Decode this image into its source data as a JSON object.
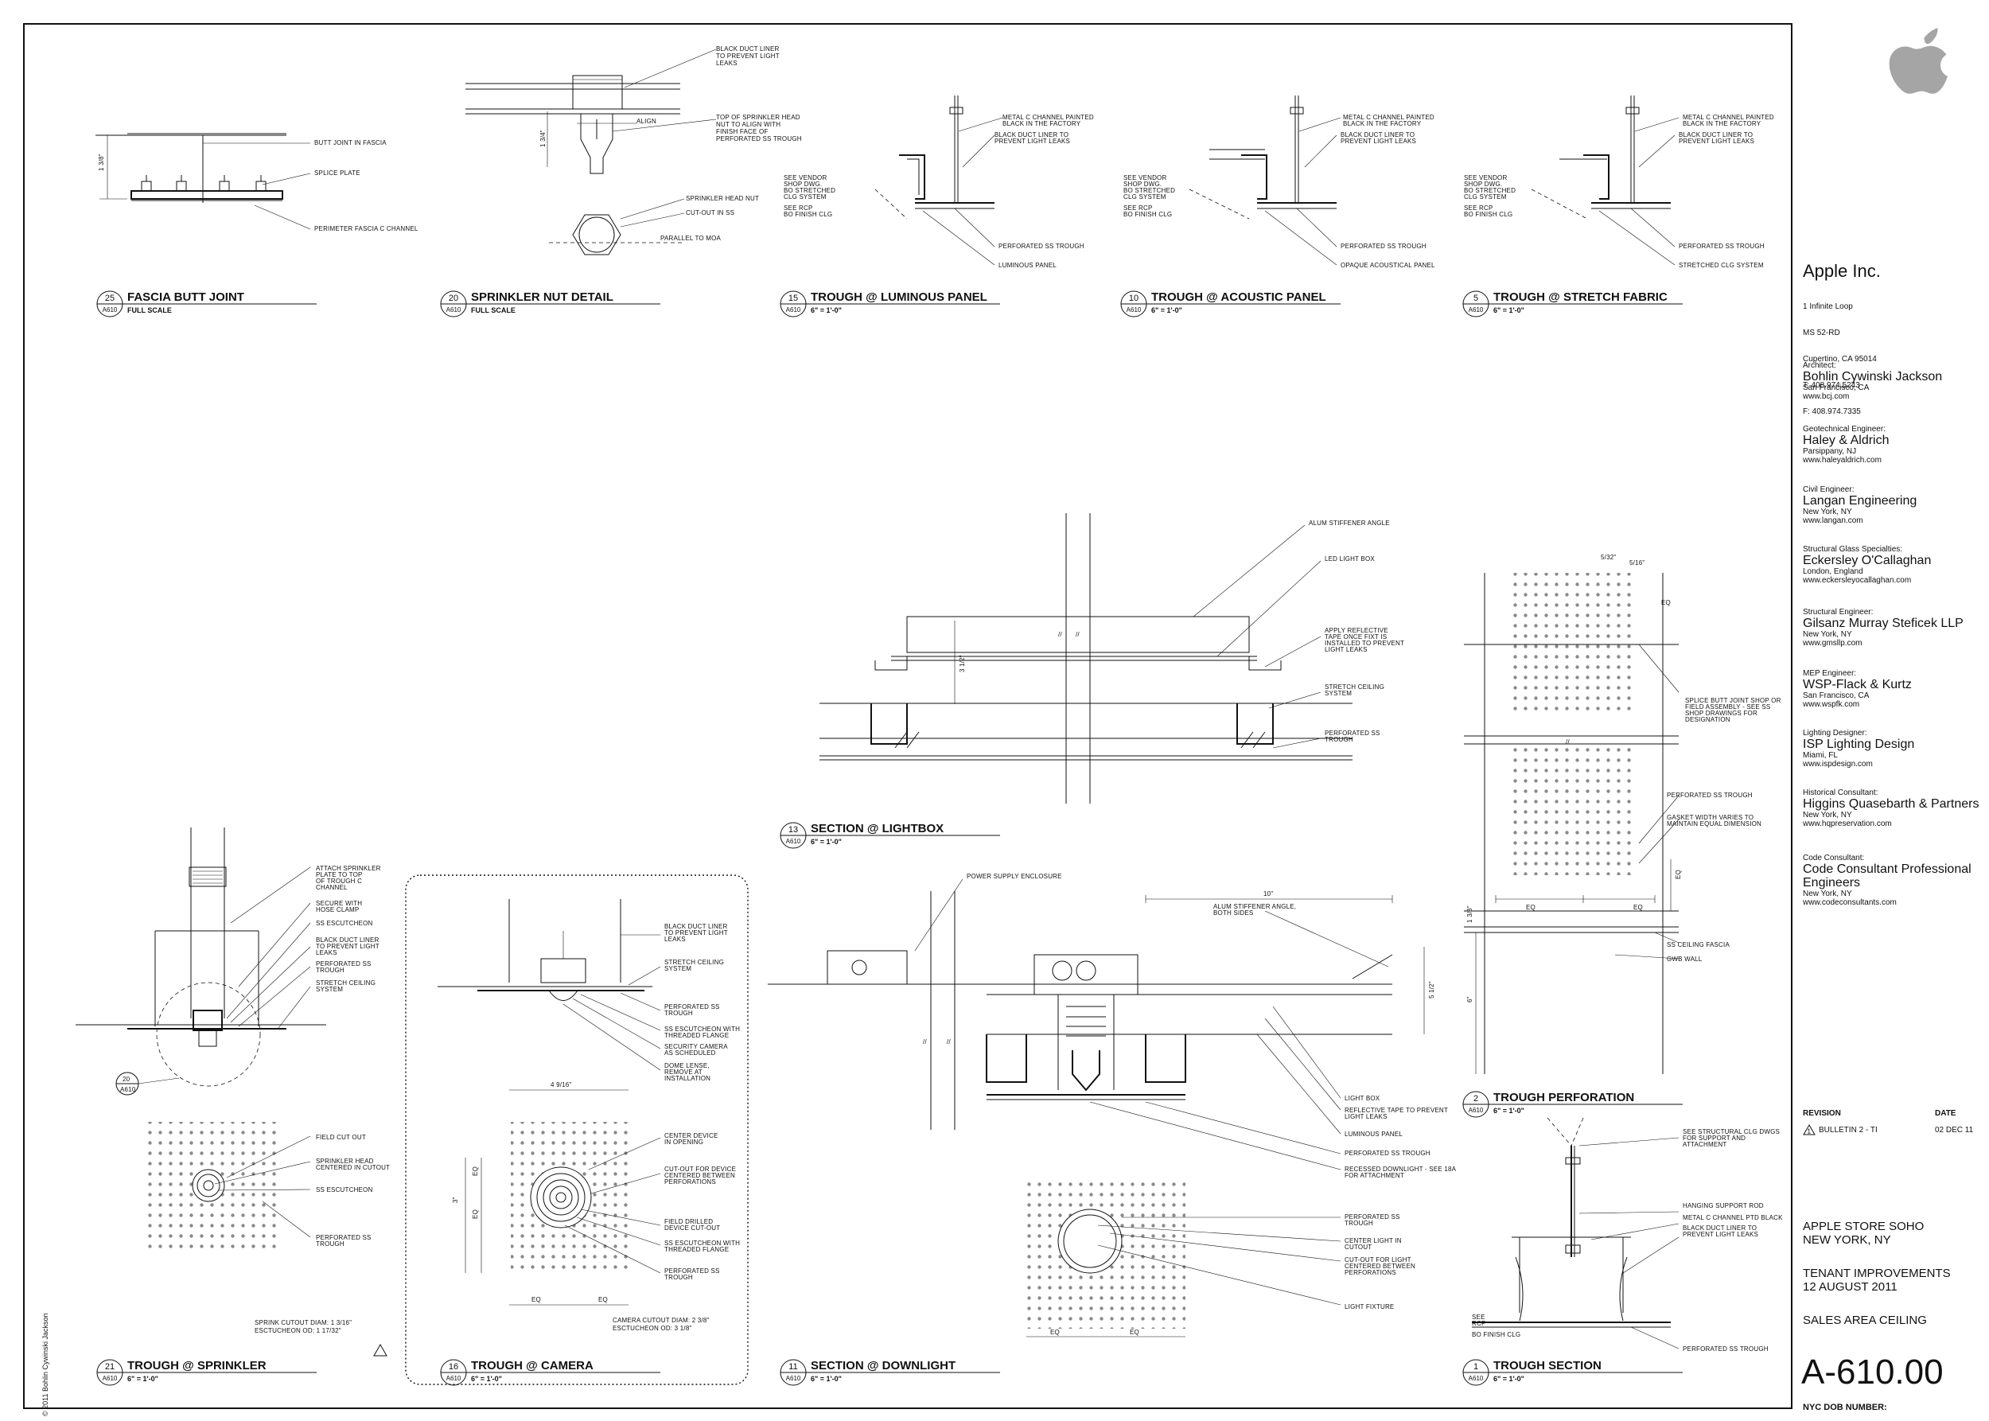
{
  "copyright": "© 2011 Bohlin Cywinski Jackson",
  "details": [
    {
      "num": "25",
      "sheet": "A610",
      "title": "FASCIA BUTT JOINT",
      "scale": "FULL SCALE"
    },
    {
      "num": "20",
      "sheet": "A610",
      "title": "SPRINKLER NUT DETAIL",
      "scale": "FULL SCALE"
    },
    {
      "num": "15",
      "sheet": "A610",
      "title": "TROUGH @ LUMINOUS PANEL",
      "scale": "6\" = 1'-0\""
    },
    {
      "num": "10",
      "sheet": "A610",
      "title": "TROUGH @ ACOUSTIC PANEL",
      "scale": "6\" = 1'-0\""
    },
    {
      "num": "5",
      "sheet": "A610",
      "title": "TROUGH @ STRETCH FABRIC",
      "scale": "6\" = 1'-0\""
    },
    {
      "num": "13",
      "sheet": "A610",
      "title": "SECTION @ LIGHTBOX",
      "scale": "6\" = 1'-0\""
    },
    {
      "num": "2",
      "sheet": "A610",
      "title": "TROUGH PERFORATION",
      "scale": "6\" = 1'-0\""
    },
    {
      "num": "21",
      "sheet": "A610",
      "title": "TROUGH @ SPRINKLER",
      "scale": "6\" = 1'-0\""
    },
    {
      "num": "16",
      "sheet": "A610",
      "title": "TROUGH @ CAMERA",
      "scale": "6\" = 1'-0\""
    },
    {
      "num": "11",
      "sheet": "A610",
      "title": "SECTION @ DOWNLIGHT",
      "scale": "6\" = 1'-0\""
    },
    {
      "num": "1",
      "sheet": "A610",
      "title": "TROUGH SECTION",
      "scale": "6\" = 1'-0\""
    }
  ],
  "notes": {
    "d25": [
      "BUTT JOINT IN FASCIA",
      "SPLICE PLATE",
      "PERIMETER FASCIA C CHANNEL"
    ],
    "d25_dim": "1 3/8\"",
    "d20": [
      "BLACK DUCT LINER",
      "TO PREVENT LIGHT",
      "LEAKS",
      "TOP OF SPRINKLER HEAD",
      "NUT TO ALIGN WITH",
      "FINISH FACE OF",
      "PERFORATED SS TROUGH",
      "ALIGN",
      "SPRINKLER HEAD NUT",
      "CUT-OUT IN SS",
      "PARALLEL TO MOA"
    ],
    "d20_dim": "1 3/4\"",
    "d15": [
      "METAL C CHANNEL PAINTED",
      "BLACK IN THE FACTORY",
      "BLACK DUCT LINER TO",
      "PREVENT LIGHT LEAKS",
      "SEE VENDOR",
      "SHOP DWG.",
      "BO STRETCHED",
      "CLG SYSTEM",
      "SEE RCP",
      "BO FINISH CLG",
      "PERFORATED SS TROUGH",
      "LUMINOUS PANEL"
    ],
    "d10": [
      "METAL C CHANNEL PAINTED",
      "BLACK IN THE FACTORY",
      "BLACK DUCT LINER TO",
      "PREVENT LIGHT LEAKS",
      "SEE VENDOR",
      "SHOP DWG.",
      "BO STRETCHED",
      "CLG SYSTEM",
      "SEE RCP",
      "BO FINISH CLG",
      "PERFORATED SS TROUGH",
      "OPAQUE ACOUSTICAL PANEL"
    ],
    "d5": [
      "METAL C CHANNEL PAINTED",
      "BLACK IN THE FACTORY",
      "BLACK DUCT LINER TO",
      "PREVENT LIGHT LEAKS",
      "SEE VENDOR",
      "SHOP DWG.",
      "BO STRETCHED",
      "CLG SYSTEM",
      "SEE RCP",
      "BO FINISH CLG",
      "PERFORATED SS TROUGH",
      "STRETCHED CLG SYSTEM"
    ],
    "d13": [
      "ALUM STIFFENER ANGLE",
      "LED LIGHT BOX",
      "APPLY REFLECTIVE",
      "TAPE ONCE FIXT IS",
      "INSTALLED TO PREVENT",
      "LIGHT LEAKS",
      "STRETCH CEILING",
      "SYSTEM",
      "PERFORATED SS",
      "TROUGH"
    ],
    "d13_dim": "3 1/2\"",
    "d2": [
      "SPLICE BUTT JOINT SHOP OR",
      "FIELD ASSEMBLY - SEE SS",
      "SHOP DRAWINGS FOR",
      "DESIGNATION",
      "PERFORATED SS TROUGH",
      "GASKET WIDTH VARIES TO",
      "MAINTAIN EQUAL DIMENSION",
      "SS CEILING FASCIA",
      "GWB WALL"
    ],
    "d2_dims": [
      "5/32\"",
      "5/16\"",
      "EQ",
      "EQ",
      "EQ",
      "EQ",
      "6\"",
      "1 3/8\""
    ],
    "d21": [
      "ATTACH SPRINKLER",
      "PLATE TO TOP",
      "OF TROUGH C",
      "CHANNEL",
      "SECURE WITH",
      "HOSE CLAMP",
      "SS ESCUTCHEON",
      "BLACK DUCT LINER",
      "TO PREVENT LIGHT",
      "LEAKS",
      "PERFORATED SS",
      "TROUGH",
      "STRETCH CEILING",
      "SYSTEM",
      "FIELD CUT OUT",
      "SPRINKLER HEAD",
      "CENTERED IN CUTOUT",
      "SS ESCUTCHEON",
      "PERFORATED SS",
      "TROUGH"
    ],
    "d21_ref": {
      "num": "20",
      "sheet": "A610"
    },
    "d21_cut": [
      "SPRINK CUTOUT DIAM: 1 3/16\"",
      "ESCTUCHEON OD: 1 17/32\""
    ],
    "d16": [
      "BLACK DUCT LINER",
      "TO PREVENT LIGHT",
      "LEAKS",
      "STRETCH CEILING",
      "SYSTEM",
      "PERFORATED SS",
      "TROUGH",
      "SS ESCUTCHEON WITH",
      "THREADED FLANGE",
      "SECURITY CAMERA",
      "AS SCHEDULED",
      "DOME LENSE,",
      "REMOVE AT",
      "INSTALLATION",
      "CENTER DEVICE",
      "IN OPENING",
      "CUT-OUT FOR DEVICE",
      "CENTERED BETWEEN",
      "PERFORATIONS",
      "FIELD DRILLED",
      "DEVICE CUT-OUT",
      "SS ESCUTCHEON WITH",
      "THREADED FLANGE",
      "PERFORATED SS",
      "TROUGH"
    ],
    "d16_dims": [
      "4 9/16\"",
      "3\"",
      "EQ",
      "EQ",
      "EQ",
      "EQ"
    ],
    "d16_cut": [
      "CAMERA CUTOUT DIAM: 2 3/8\"",
      "ESCTUCHEON OD: 3 1/8\""
    ],
    "d11": [
      "POWER SUPPLY ENCLOSURE",
      "ALUM STIFFENER ANGLE,",
      "BOTH SIDES",
      "LIGHT BOX",
      "REFLECTIVE TAPE TO PREVENT",
      "LIGHT LEAKS",
      "LUMINOUS PANEL",
      "PERFORATED SS TROUGH",
      "RECESSED DOWNLIGHT - SEE 18A",
      "FOR ATTACHMENT",
      "PERFORATED SS",
      "TROUGH",
      "CENTER LIGHT IN",
      "CUTOUT",
      "CUT-OUT FOR LIGHT",
      "CENTERED BETWEEN",
      "PERFORATIONS",
      "LIGHT FIXTURE"
    ],
    "d11_dims": [
      "10\"",
      "5 1/2\"",
      "EQ",
      "EQ"
    ],
    "d1": [
      "SEE STRUCTURAL CLG DWGS",
      "FOR SUPPORT AND",
      "ATTACHMENT",
      "HANGING SUPPORT ROD",
      "METAL C CHANNEL PTD BLACK",
      "BLACK DUCT LINER TO",
      "PREVENT LIGHT LEAKS",
      "SEE",
      "RCP",
      "BO FINISH CLG",
      "PERFORATED SS TROUGH"
    ]
  },
  "titleblock": {
    "company": "Apple Inc.",
    "address": [
      "1 Infinite Loop",
      "MS 52-RD",
      "Cupertino, CA 95014",
      "T: 408.974.5243",
      "F: 408.974.7335"
    ],
    "consultants": [
      {
        "role": "Architect:",
        "name": "Bohlin Cywinski Jackson",
        "city": "San Francisco, CA",
        "web": "www.bcj.com"
      },
      {
        "role": "Geotechnical Engineer:",
        "name": "Haley & Aldrich",
        "city": "Parsippany, NJ",
        "web": "www.haleyaldrich.com"
      },
      {
        "role": "Civil Engineer:",
        "name": "Langan Engineering",
        "city": "New York, NY",
        "web": "www.langan.com"
      },
      {
        "role": "Structural Glass Specialties:",
        "name": "Eckersley O'Callaghan",
        "city": "London, England",
        "web": "www.eckersleyocallaghan.com"
      },
      {
        "role": "Structural Engineer:",
        "name": "Gilsanz Murray Steficek LLP",
        "city": "New York, NY",
        "web": "www.gmsllp.com"
      },
      {
        "role": "MEP Engineer:",
        "name": "WSP-Flack & Kurtz",
        "city": "San Francisco, CA",
        "web": "www.wspfk.com"
      },
      {
        "role": "Lighting Designer:",
        "name": "ISP Lighting Design",
        "city": "Miami, FL",
        "web": "www.ispdesign.com"
      },
      {
        "role": "Historical Consultant:",
        "name": "Higgins Quasebarth & Partners",
        "city": "New York, NY",
        "web": "www.hqpreservation.com"
      },
      {
        "role": "Code Consultant:",
        "name": "Code Consultant Professional Engineers",
        "city": "New York, NY",
        "web": "www.codeconsultants.com"
      }
    ],
    "revision_label": "REVISION",
    "date_label": "DATE",
    "revision_num": "1",
    "revision": "BULLETIN 2 - TI",
    "revision_date": "02 DEC 11",
    "project_line1": "APPLE STORE SOHO",
    "project_line2": "NEW YORK, NY",
    "phase_line1": "TENANT IMPROVEMENTS",
    "phase_line2": "12 AUGUST 2011",
    "sheet_title": "SALES AREA CEILING",
    "sheet_number": "A-610.00",
    "dob_label": "NYC DOB NUMBER:"
  }
}
